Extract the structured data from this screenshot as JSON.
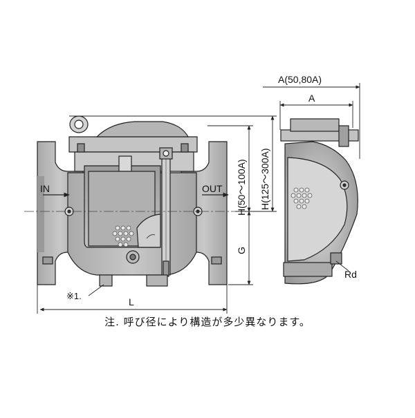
{
  "labels": {
    "inlet": "IN",
    "outlet": "OUT",
    "dim_a_small": "A(50,80A)",
    "dim_a": "A",
    "dim_h_small": "H(50～100A)",
    "dim_h_large": "H(125～300A)",
    "dim_g": "G",
    "dim_l": "L",
    "ref_mark": "※1.",
    "rd": "Rd"
  },
  "note": "注. 呼び径により構造が多少異なります。",
  "colors": {
    "line": "#222222",
    "body_fill": "#b9b9b9",
    "body_dark": "#8a8a8a",
    "body_light": "#d8d8d8",
    "highlight": "#ececec"
  }
}
